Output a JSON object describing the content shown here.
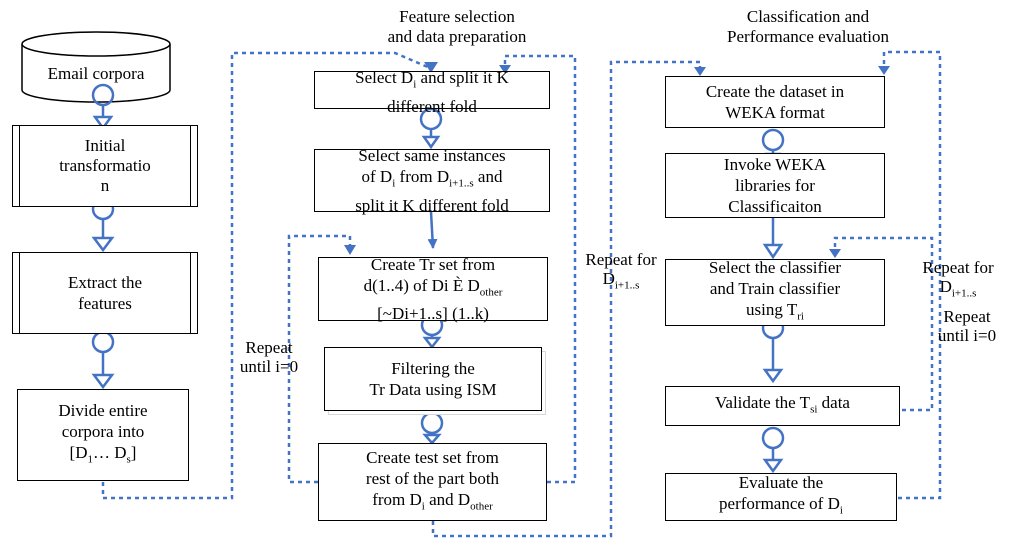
{
  "colors": {
    "connector": "#4472c4",
    "border": "#000000"
  },
  "headers": {
    "feature": [
      "Feature selection",
      "and data preparation"
    ],
    "classification": [
      "Classification and",
      "Performance evaluation"
    ]
  },
  "col1": {
    "email_corpora": "Email corpora",
    "initial_transformation": [
      "Initial",
      "transformatio",
      "n"
    ],
    "extract_features": [
      "Extract the",
      "features"
    ],
    "divide_corpora": [
      "Divide entire",
      "corpora into",
      "[D",
      "1",
      "… D",
      "s",
      "]"
    ]
  },
  "col2": {
    "select_split": [
      "Select D",
      "i",
      " and split it K",
      "different fold"
    ],
    "select_same": [
      "Select same instances",
      "of D",
      "i",
      " from D",
      "i+1..s",
      " and",
      "split it K different fold"
    ],
    "create_tr": [
      "Create Tr set from",
      "d(1..4) of  Di È D",
      "other",
      "[~Di+1..s] (1..k)"
    ],
    "filtering": [
      "Filtering the",
      "Tr Data using ISM"
    ],
    "create_test": [
      "Create test set from",
      "rest of the part both",
      "from D",
      "i",
      " and D",
      "other"
    ]
  },
  "col3": {
    "create_dataset": [
      "Create the dataset in",
      "WEKA format"
    ],
    "invoke_weka": [
      "Invoke WEKA",
      "libraries for",
      "Classificaiton"
    ],
    "select_classifier": [
      "Select the classifier",
      "and Train classifier",
      "using T",
      "ri"
    ],
    "validate": [
      "Validate the T",
      "si",
      " data"
    ],
    "evaluate": [
      "Evaluate the",
      "performance of D",
      "i"
    ]
  },
  "loop_labels": {
    "repeat_until_mid": [
      "Repeat",
      "until i=0"
    ],
    "repeat_for_mid": [
      "Repeat for",
      "D",
      "i+1..s"
    ],
    "repeat_for_right": [
      "Repeat for",
      "D",
      "i+1..s"
    ],
    "repeat_until_right": [
      "Repeat",
      "until i=0"
    ]
  }
}
